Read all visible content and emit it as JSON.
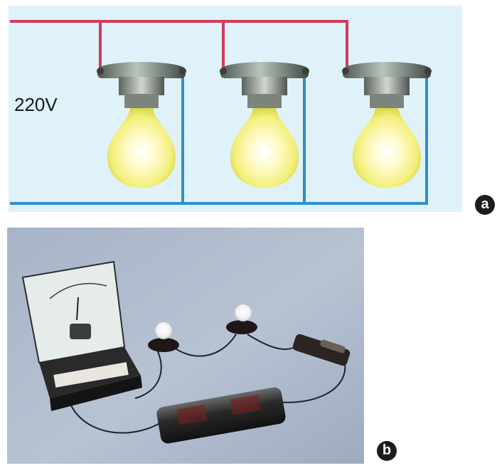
{
  "figure_a": {
    "voltage_label": "220V",
    "panel_label": "a",
    "bulb_count": 3,
    "colors": {
      "phase_wire": "#d43a5c",
      "neutral_wire": "#2f8fd0",
      "background": "#dff2f9"
    }
  },
  "figure_b": {
    "panel_label": "b"
  }
}
